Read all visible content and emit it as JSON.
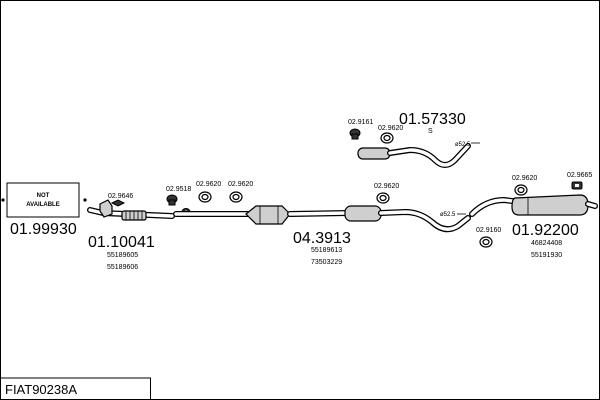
{
  "not_available": {
    "line1": "NOT",
    "line2": "AVAILABLE",
    "part_no": "01.99930"
  },
  "front_pipe": {
    "part_no": "01.10041",
    "oem_1": "55189605",
    "oem_2": "55189606",
    "fitting": "02.9646"
  },
  "catalyst": {
    "part_no": "04.3913",
    "oem_1": "55189613",
    "oem_2": "73503229",
    "fittings": [
      "02.9518",
      "02.9620",
      "02.9620"
    ]
  },
  "middle": {
    "fitting": "02.9620",
    "diameter": "ø52.5"
  },
  "tailpipe": {
    "part_no": "01.57330",
    "note": "S",
    "diameter": "ø52.5",
    "fittings": [
      "02.9161",
      "02.9620"
    ]
  },
  "rear_silencer": {
    "part_no": "01.92200",
    "oem_1": "46824408",
    "oem_2": "55191930",
    "fittings": [
      "02.9620",
      "02.9665",
      "02.9160"
    ]
  },
  "footer": {
    "code": "FIAT90238A"
  }
}
